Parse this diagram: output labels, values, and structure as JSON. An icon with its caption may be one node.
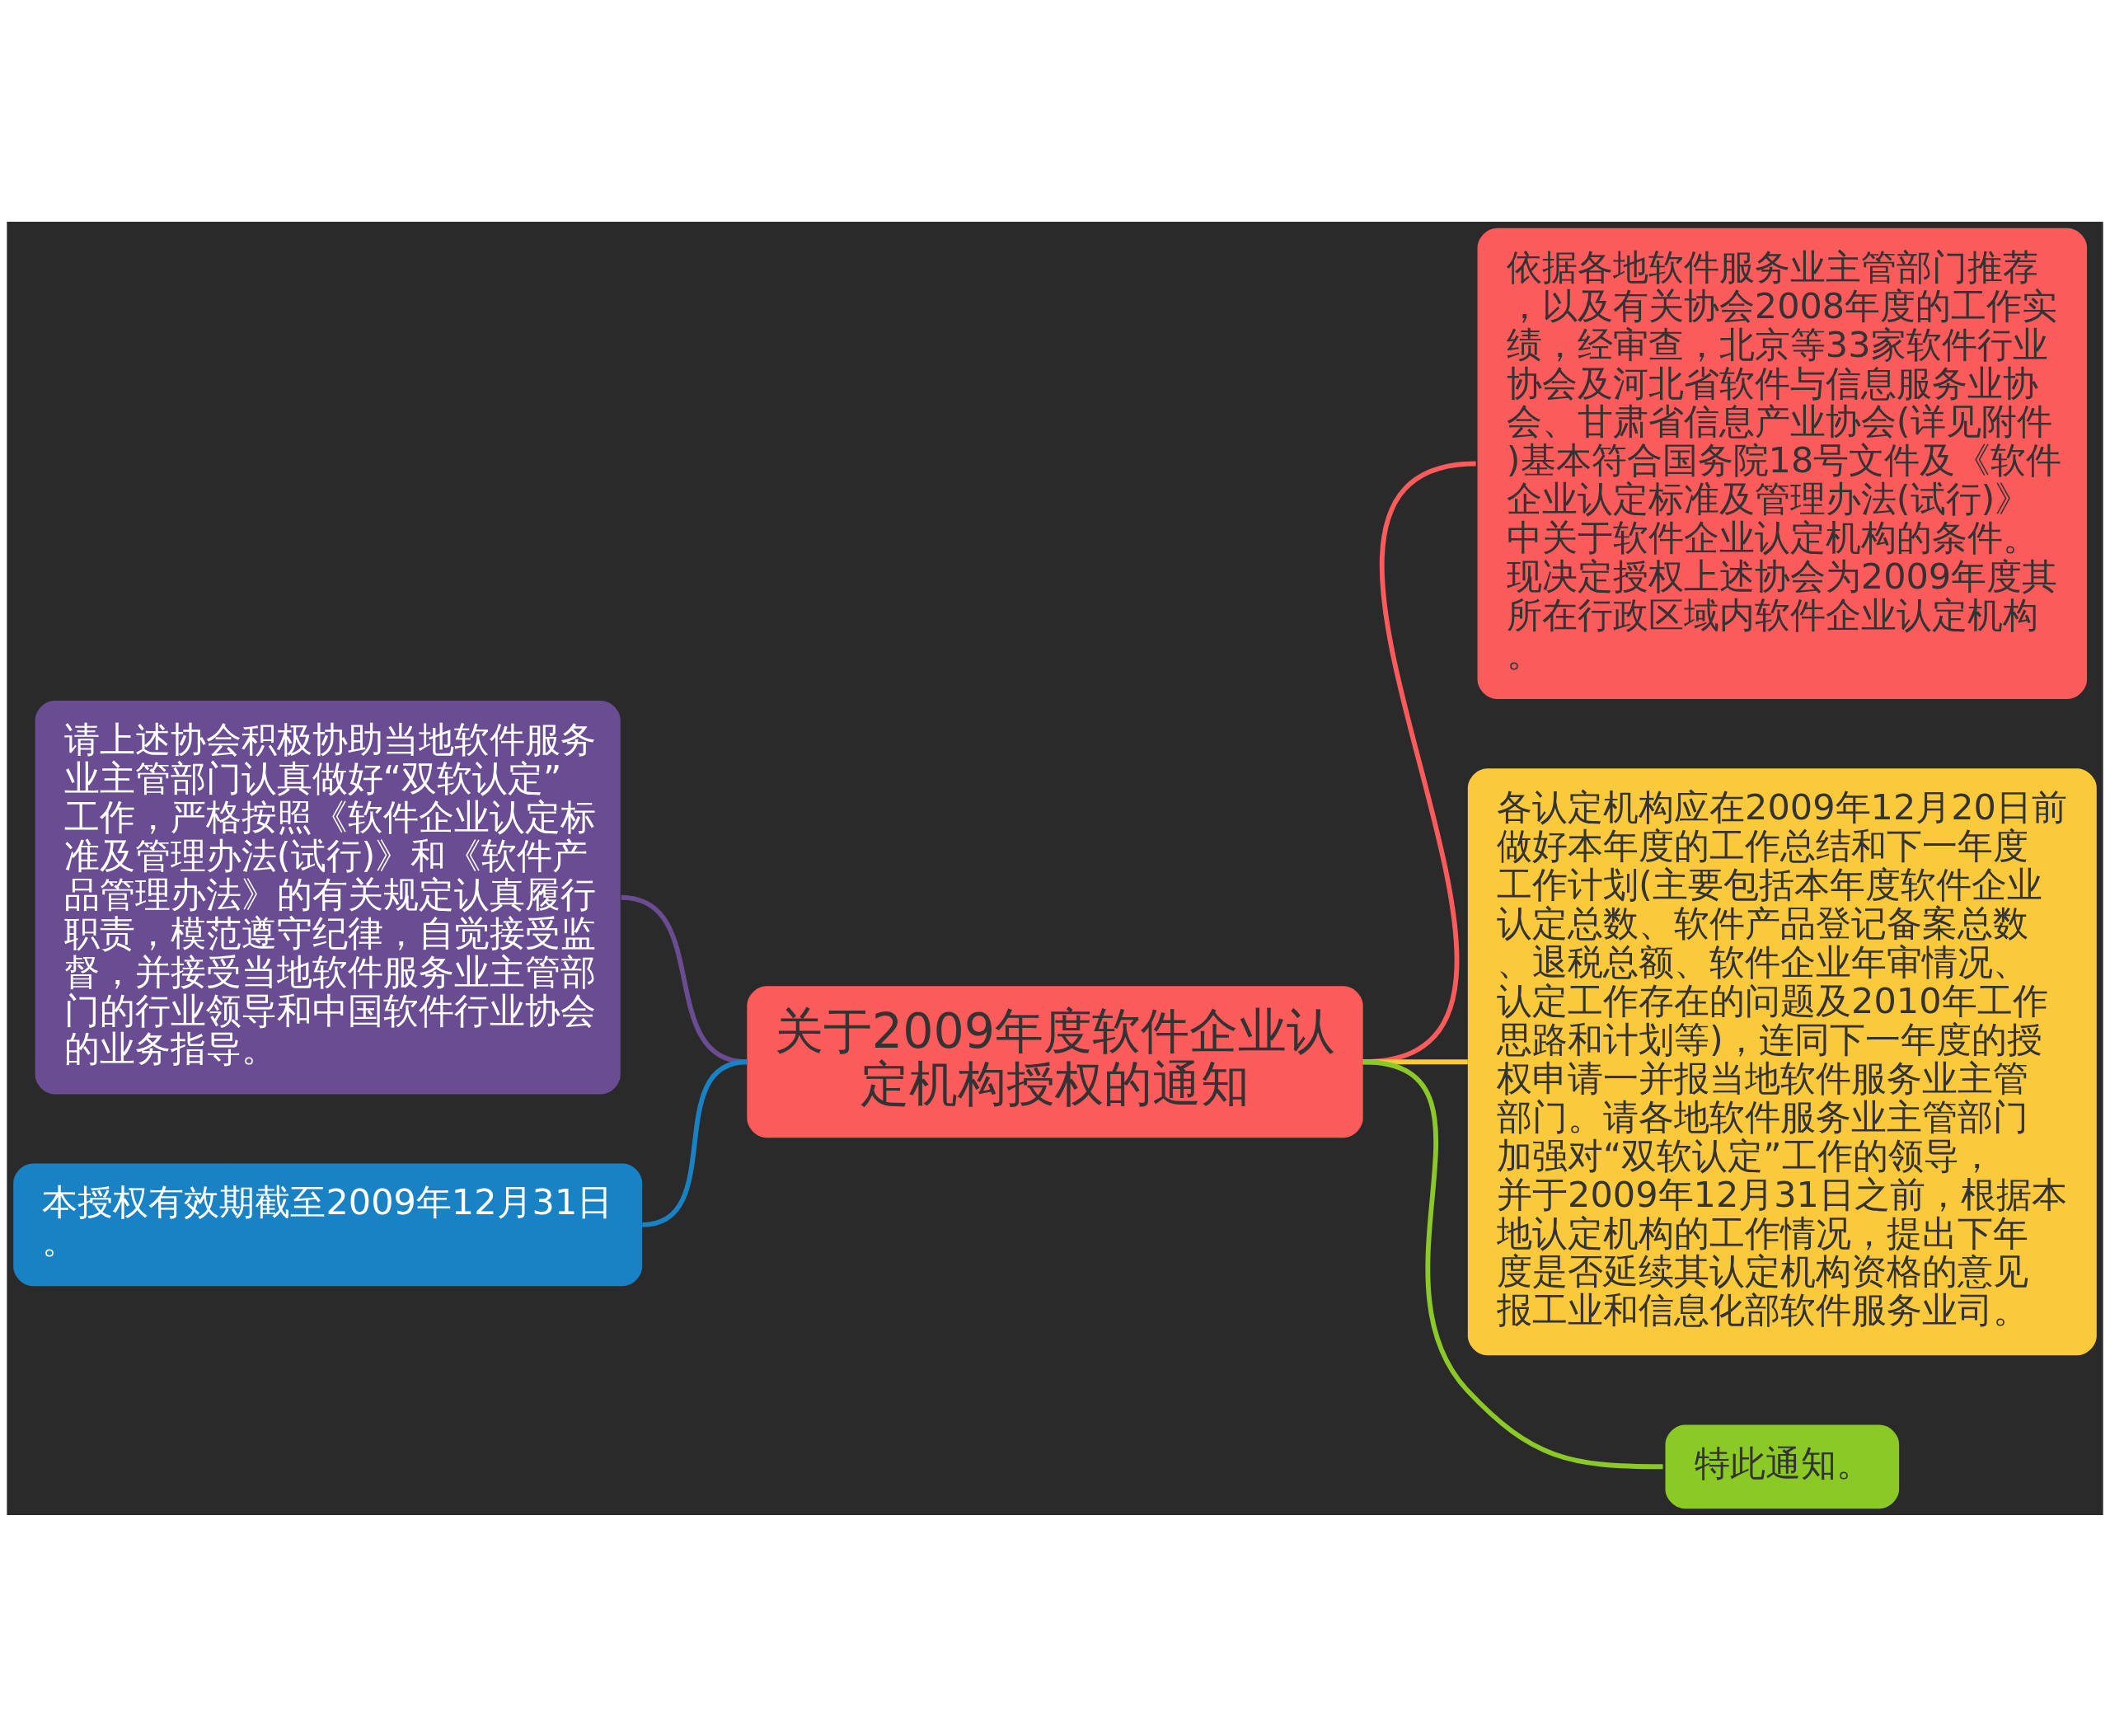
{
  "diagram": {
    "nodes": [
      {
        "text": [
          "关于2009年度软件企业认定机构授权的通知"
        ]
      },
      {
        "text": [
          "依据各地软件服务业主管部门推荐，以及有关协会2008年度的工作实绩，经审查，北京等33家软件行业协会及河北省软件与信息服务业协会、甘肃省信息产业协会(详见附件)基本符合国务院18号文件及《软件企业认定标准及管理办法(试行)》中关于软件企业认定机构的条件。现决定授权上述协会为2009年度其所在行政区域内软件企业认定机构。"
        ]
      },
      {
        "text": [
          "各认定机构应在2009年12月20日前做好本年度的工作总结和下一年度工作计划(主要包括本年度软件企业认定总数、软件产品登记备案总数、退税总额、软件企业年审情况、认定工作存在的问题及2010年工作思路和计划等)，连同下一年度的授权申请一并报当地软件服务业主管部门。请各地软件服务业主管部门加强对“双软认定”工作的领导，并于2009年12月31日之前，根据本地认定机构的工作情况，提出下年度是否延续其认定机构资格的意见报工业和信息化部软件服务业司。"
        ]
      },
      {
        "text": [
          "特此通知。"
        ]
      },
      {
        "text": [
          "请上述协会积极协助当地软件服务业主管部门认真做好“双软认定”工作，严格按照《软件企业认定标准及管理办法(试行)》和《软件产品管理办法》的有关规定认真履行职责，模范遵守纪律，自觉接受监督，并接受当地软件服务业主管部门的行业领导和中国软件行业协会的业务指导。"
        ]
      },
      {
        "text": [
          "本授权有效期截至2009年12月31日。"
        ]
      }
    ],
    "edges": [
      {
        "from": 0,
        "to": 1,
        "arrow": "none",
        "color": "#fc5b5b"
      },
      {
        "from": 0,
        "to": 2,
        "arrow": "none",
        "color": "#fbc93c"
      },
      {
        "from": 0,
        "to": 3,
        "arrow": "none",
        "color": "#8ac926"
      },
      {
        "from": 4,
        "to": 0,
        "arrow": "none",
        "color": "#6a4c93"
      },
      {
        "from": 5,
        "to": 0,
        "arrow": "none",
        "color": "#1982c4"
      }
    ]
  }
}
